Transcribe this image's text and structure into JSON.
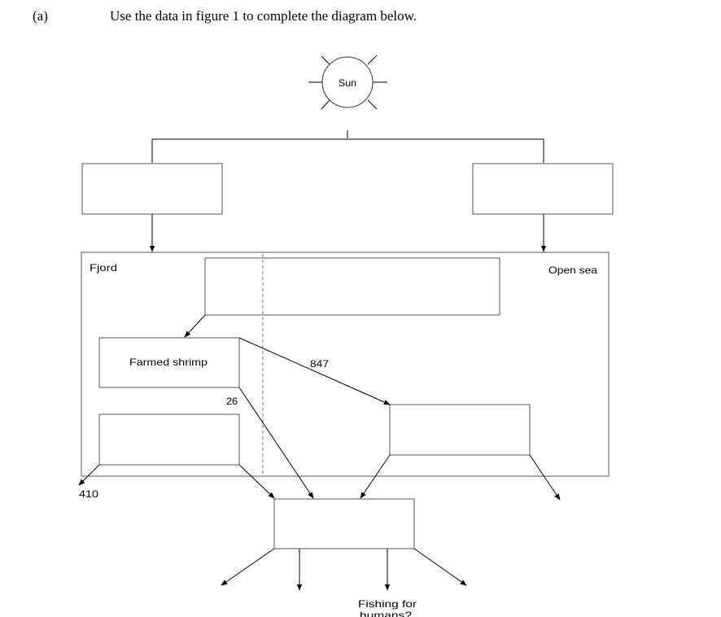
{
  "question": {
    "part": "(a)",
    "instruction": "Use the data in figure 1 to complete the diagram below."
  },
  "diagram": {
    "sun_label": "Sun",
    "fjord_label": "Fjord",
    "open_sea_label": "Open sea",
    "farmed_shrimp_label": "Farmed shrimp",
    "flow_847": "847",
    "flow_26": "26",
    "flow_410": "410",
    "fishing_label": "Fishing for",
    "fishing_label_2": "humans?"
  }
}
